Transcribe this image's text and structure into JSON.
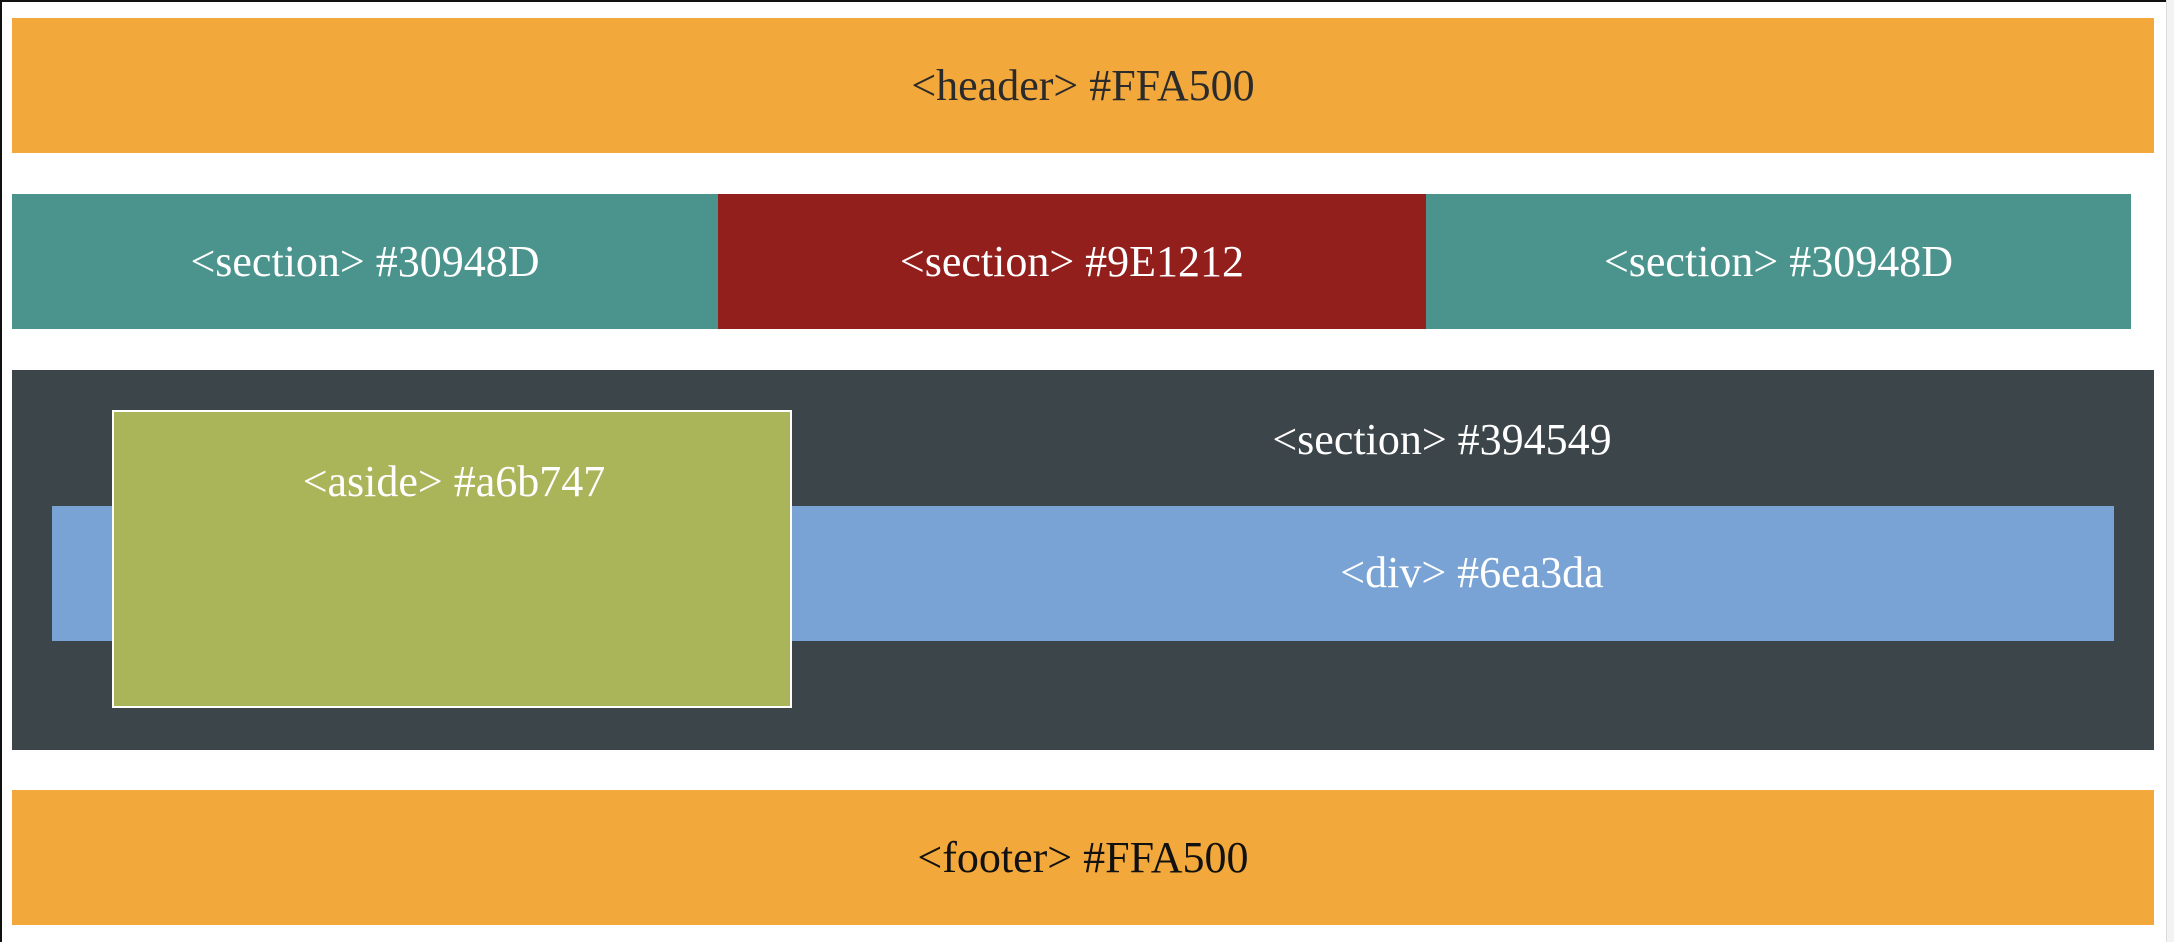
{
  "colors": {
    "orange": "#F2A83A",
    "teal": "#4B948D",
    "red": "#921F1C",
    "slate": "#3C4549",
    "blue": "#78A3D4",
    "olive": "#AAB55A"
  },
  "header": {
    "label": "<header> #FFA500"
  },
  "sections": [
    {
      "label": "<section> #30948D"
    },
    {
      "label": "<section> #9E1212"
    },
    {
      "label": "<section> #30948D"
    }
  ],
  "main": {
    "label": "<section> #394549",
    "div_label": "<div> #6ea3da",
    "aside_label": "<aside> #a6b747"
  },
  "footer": {
    "label": "<footer> #FFA500"
  }
}
